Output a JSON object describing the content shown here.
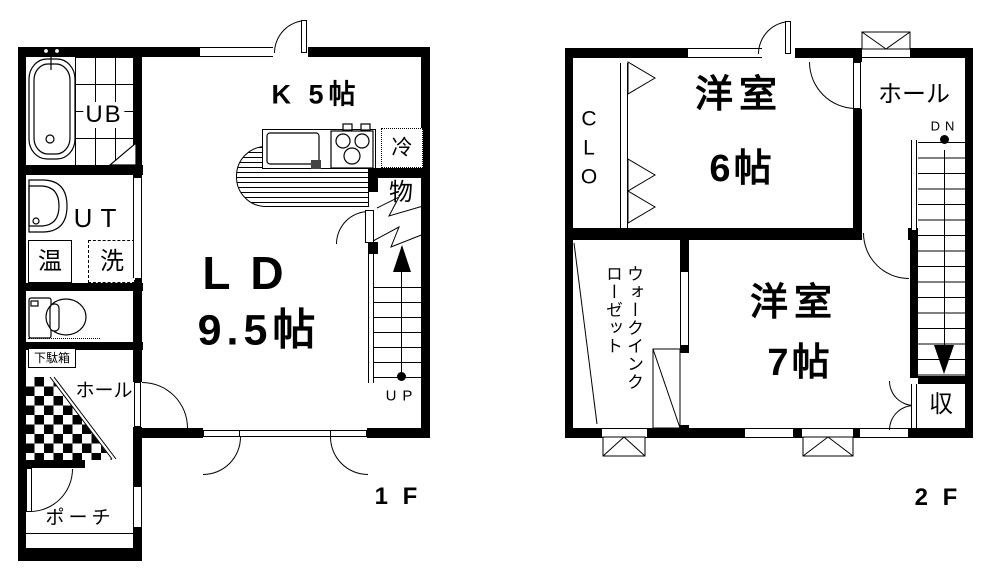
{
  "floor1": {
    "floor_label": "1 F",
    "unit_bath": "UB",
    "utility": "UT",
    "water_heater": "温",
    "washer": "洗",
    "shoe_cabinet": "下駄箱",
    "hall": "ホール",
    "porch": "ポーチ",
    "kitchen": "K 5帖",
    "fridge": "冷",
    "storage": "物",
    "living_name": "LD",
    "living_size": "9.5帖",
    "stairs_up": "UP"
  },
  "floor2": {
    "floor_label": "2 F",
    "closet": "CLO",
    "room6_name": "洋室",
    "room6_size": "6帖",
    "hall": "ホール",
    "stairs_down": "DN",
    "walk_in_closet": "ウォークインクローゼット",
    "room7_name": "洋室",
    "room7_size": "7帖",
    "storage": "収"
  },
  "colors": {
    "line": "#000000",
    "background": "#ffffff"
  }
}
